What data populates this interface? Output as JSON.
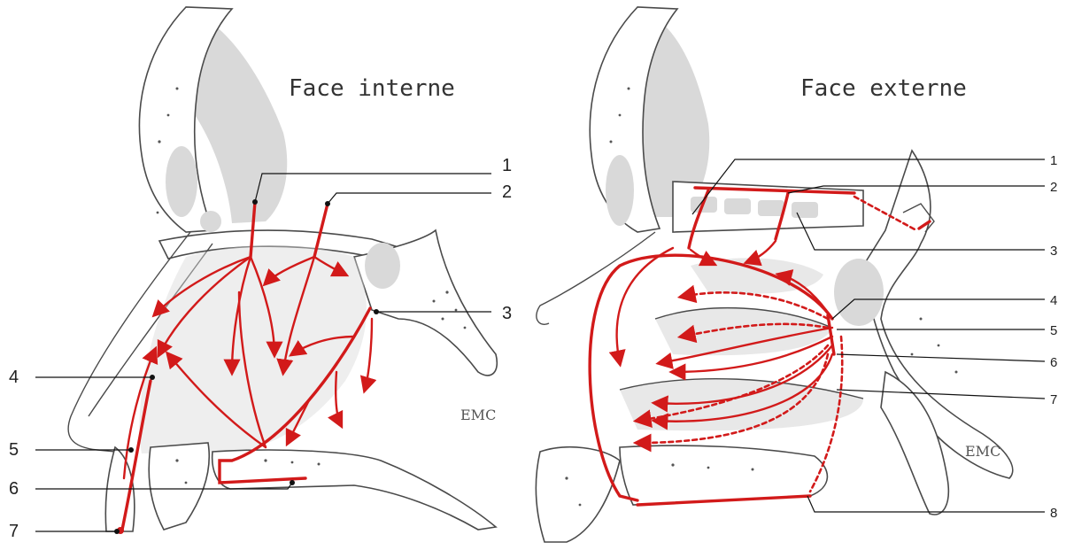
{
  "panels": [
    {
      "title": "Face interne",
      "callouts": [
        "1",
        "2",
        "3",
        "4",
        "5",
        "6",
        "7"
      ],
      "signature": "EMC"
    },
    {
      "title": "Face externe",
      "callouts": [
        "1",
        "2",
        "3",
        "4",
        "5",
        "6",
        "7",
        "8"
      ],
      "signature": "EMC"
    }
  ],
  "colors": {
    "vessel": "#d21a1a",
    "outline": "#4a4a4a",
    "shade": "#d9d9d9"
  }
}
